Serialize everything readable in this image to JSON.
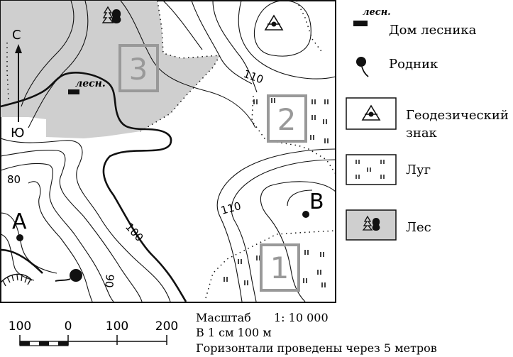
{
  "map": {
    "compass": {
      "north": "С",
      "south": "Ю"
    },
    "point_labels": {
      "a": "A",
      "b": "B"
    },
    "contour_labels": {
      "c80": "80",
      "c90": "90",
      "c100": "100",
      "c110_upper": "110",
      "c110_lower": "110"
    },
    "region_labels": {
      "r1": "1",
      "r2": "2",
      "r3": "3"
    },
    "forester_house_label": "лесн."
  },
  "legend": {
    "forester_house": {
      "abbr": "лесн.",
      "label": "Дом лесника",
      "icon": "forester-house-icon"
    },
    "spring": {
      "label": "Родник",
      "icon": "spring-icon"
    },
    "geodetic_sign": {
      "label_line1": "Геодезический",
      "label_line2": "знак",
      "icon": "geodetic-sign-icon"
    },
    "meadow": {
      "label": "Луг",
      "icon": "meadow-icon"
    },
    "forest": {
      "label": "Лес",
      "icon": "forest-icon"
    }
  },
  "scale": {
    "ticks": [
      "100",
      "0",
      "100",
      "200"
    ],
    "title": "Масштаб",
    "ratio": "1: 10 000",
    "cm_line": "В 1 см 100 м",
    "contour_note": "Горизонтали проведены через 5 метров"
  },
  "colors": {
    "forest": "#cfcfcf",
    "region_box": "#999999",
    "ink": "#111111"
  }
}
